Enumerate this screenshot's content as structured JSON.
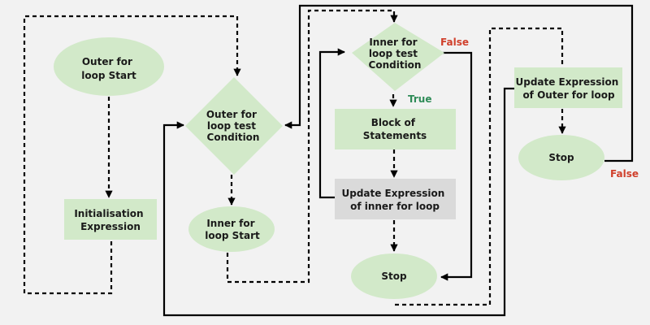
{
  "diagram": {
    "title": "Nested for loop flowchart",
    "colors": {
      "background": "#f2f2f2",
      "node_fill": "#d2e9c9",
      "highlight_fill": "#dadada",
      "true_label": "#2e8b57",
      "false_label": "#d0402c",
      "line": "#000000"
    },
    "nodes": {
      "outer_start": {
        "type": "ellipse",
        "lines": [
          "Outer for",
          "loop Start"
        ]
      },
      "init_expr": {
        "type": "rect",
        "lines": [
          "Initialisation",
          "Expression"
        ]
      },
      "outer_test": {
        "type": "diamond",
        "lines": [
          "Outer for",
          "loop test",
          "Condition"
        ]
      },
      "inner_start": {
        "type": "ellipse",
        "lines": [
          "Inner for",
          "loop Start"
        ]
      },
      "inner_test": {
        "type": "diamond",
        "lines": [
          "Inner for",
          "loop test",
          "Condition"
        ]
      },
      "block": {
        "type": "rect",
        "lines": [
          "Block of",
          "Statements"
        ]
      },
      "update_inner": {
        "type": "rect",
        "highlighted": true,
        "lines": [
          "Update Expression",
          "of inner for loop"
        ]
      },
      "inner_stop": {
        "type": "ellipse",
        "lines": [
          "Stop"
        ]
      },
      "update_outer": {
        "type": "rect",
        "lines": [
          "Update Expression",
          "of Outer for loop"
        ]
      },
      "outer_stop": {
        "type": "ellipse",
        "lines": [
          "Stop"
        ]
      }
    },
    "edge_labels": {
      "inner_true": "True",
      "inner_false": "False",
      "outer_false": "False"
    },
    "edges": [
      {
        "from": "outer_start",
        "to": "init_expr",
        "style": "dashed"
      },
      {
        "from": "init_expr",
        "to": "outer_test",
        "style": "dashed"
      },
      {
        "from": "outer_test",
        "to": "inner_start",
        "style": "dashed"
      },
      {
        "from": "inner_start",
        "to": "inner_test",
        "style": "dashed"
      },
      {
        "from": "inner_test",
        "to": "block",
        "style": "dashed",
        "label": "True"
      },
      {
        "from": "inner_test",
        "to": "inner_stop",
        "style": "solid",
        "label": "False"
      },
      {
        "from": "block",
        "to": "update_inner",
        "style": "dashed"
      },
      {
        "from": "update_inner",
        "to": "inner_test",
        "style": "solid"
      },
      {
        "from": "update_inner",
        "to": "inner_stop",
        "style": "dashed"
      },
      {
        "from": "inner_stop",
        "to": "update_outer",
        "style": "dashed"
      },
      {
        "from": "update_outer",
        "to": "outer_stop",
        "style": "dashed"
      },
      {
        "from": "update_outer",
        "to": "outer_test",
        "style": "solid"
      },
      {
        "from": "outer_stop",
        "to": "outer_test",
        "style": "solid",
        "label": "False"
      }
    ]
  }
}
